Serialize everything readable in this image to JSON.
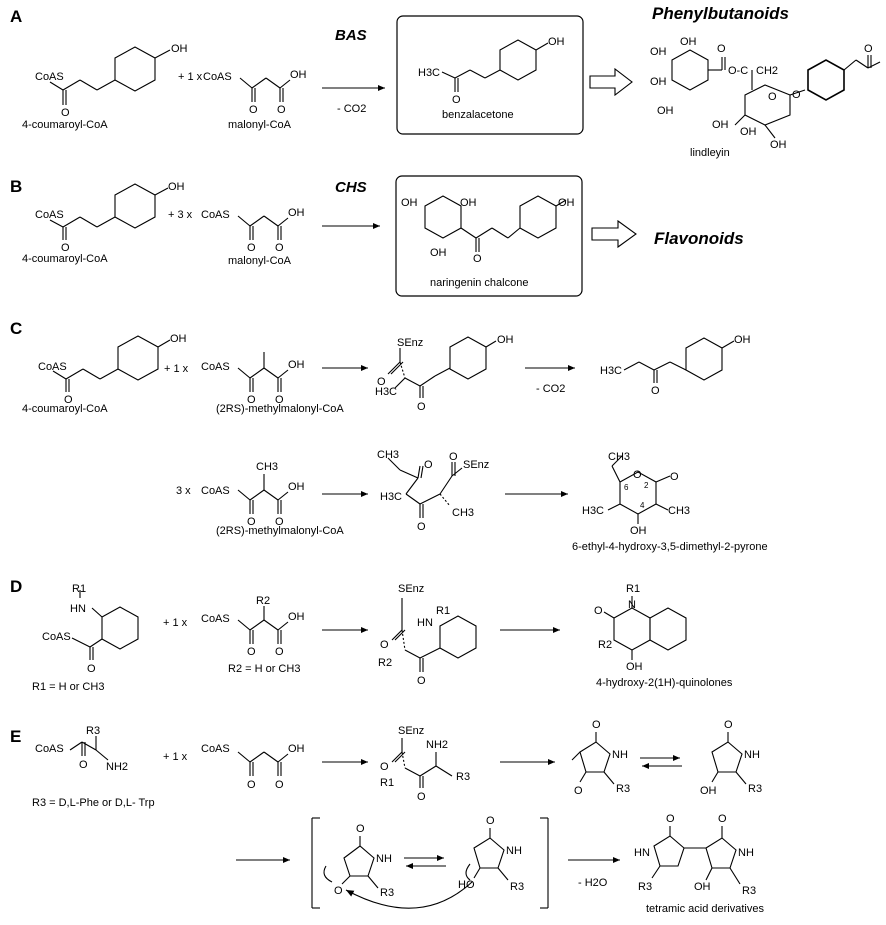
{
  "sections": {
    "A": {
      "letter": "A",
      "enzyme": "BAS",
      "class_label": "Phenylbutanoids",
      "starter": "4-coumaroyl-CoA",
      "multiplier": "+ 1 x",
      "extender": "malonyl-CoA",
      "arrow_note": "- CO2",
      "product": "benzalacetone",
      "derivative": "lindleyin"
    },
    "B": {
      "letter": "B",
      "enzyme": "CHS",
      "class_label": "Flavonoids",
      "starter": "4-coumaroyl-CoA",
      "multiplier": "+ 3 x",
      "extender": "malonyl-CoA",
      "product": "naringenin chalcone"
    },
    "C": {
      "letter": "C",
      "starter": "4-coumaroyl-CoA",
      "multiplier": "+ 1 x",
      "extender": "(2RS)-methylmalonyl-CoA",
      "arrow_note": "- CO2",
      "multiplier2": "3 x",
      "extender2": "(2RS)-methylmalonyl-CoA",
      "product2": "6-ethyl-4-hydroxy-3,5-dimethyl-2-pyrone"
    },
    "D": {
      "letter": "D",
      "multiplier": "+ 1 x",
      "r1_note": "R1 = H or CH3",
      "r2_note": "R2 = H or CH3",
      "product": "4-hydroxy-2(1H)-quinolones"
    },
    "E": {
      "letter": "E",
      "multiplier": "+ 1 x",
      "r3_note": "R3 = D,L-Phe or D,L- Trp",
      "arrow_note": "- H2O",
      "product": "tetramic acid derivatives"
    }
  },
  "atoms": {
    "oh": "OH",
    "o": "O",
    "coas": "CoAS",
    "senz": "SEnz",
    "h3c": "H3C",
    "ch3": "CH3",
    "hn": "HN",
    "nh": "NH",
    "nh2": "NH2",
    "r1": "R1",
    "r2": "R2",
    "r3": "R3",
    "ch2": "CH2",
    "n": "N",
    "n2": "2",
    "n4": "4",
    "n6": "6",
    "c": "C",
    "oc": "O-C"
  }
}
